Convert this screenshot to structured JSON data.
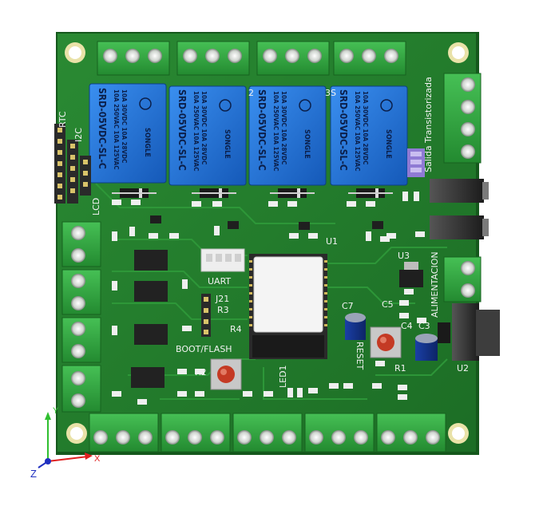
{
  "colors": {
    "board": "#1f7a2a",
    "board_edge": "#15581c",
    "terminal": "#2fa33c",
    "relay": "#1c6fd6",
    "silk": "#f2f2f2",
    "chip": "#2a2a2a",
    "heatsink": "#2b2b2b"
  },
  "labels": {
    "rtc": "RTC",
    "i2c": "I2C",
    "lcd": "LCD",
    "u1": "U1",
    "u2": "U2",
    "u3": "U3",
    "uart": "UART",
    "j21": "J21",
    "r1": "R1",
    "r2": "R2",
    "r3": "R3",
    "r4": "R4",
    "c3": "C3",
    "c4": "C4",
    "c5": "C5",
    "c7": "C7",
    "boot_flash": "BOOT/FLASH",
    "reset": "RESET",
    "led1": "LED1",
    "alimentacion": "ALIMENTACION",
    "salida_transistorizada": "Salida Transistorizada",
    "relay_brand": "SONGLE",
    "relay_model": "SRD-05VDC-SL-C",
    "relay_rating1": "10A 250VAC  10A 125VAC",
    "relay_rating2": "10A 30VDC  10A 28VDC",
    "top_digit_1": "2",
    "top_digit_2": "3S"
  },
  "axes": {
    "x": "X",
    "y": "Y",
    "z": "Z"
  }
}
